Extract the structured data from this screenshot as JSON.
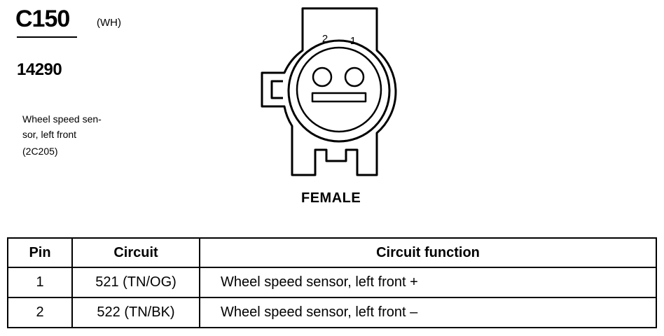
{
  "connector": {
    "id": "C150",
    "color": "(WH)",
    "part_number": "14290",
    "description_lines": [
      "Wheel speed sen-",
      "sor, left front",
      "(2C205)"
    ]
  },
  "diagram": {
    "pin_labels": [
      "2",
      "1"
    ],
    "view_label": "FEMALE"
  },
  "table": {
    "headers": [
      "Pin",
      "Circuit",
      "Circuit function"
    ],
    "rows": [
      {
        "pin": "1",
        "circuit": "521 (TN/OG)",
        "function": "Wheel speed sensor, left front +"
      },
      {
        "pin": "2",
        "circuit": "522 (TN/BK)",
        "function": "Wheel speed sensor, left front –"
      }
    ]
  }
}
